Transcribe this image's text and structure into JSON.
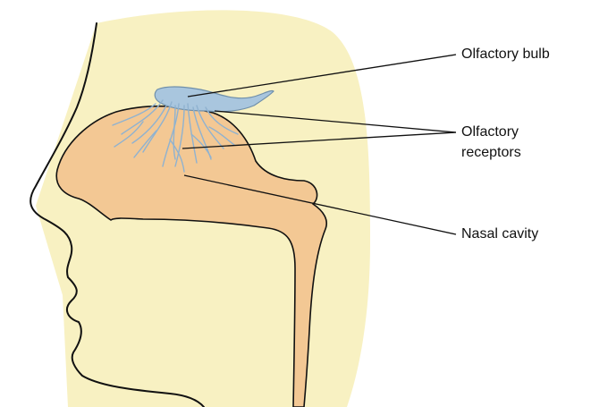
{
  "colors": {
    "background_glow": "#f8f1c2",
    "nasal_cavity": "#f3c894",
    "olfactory_tissue": "#a9c6de",
    "olfactory_stroke": "#6f8faa",
    "outline": "#111111",
    "leader_line": "#111111"
  },
  "labels": {
    "olfactory_bulb": "Olfactory bulb",
    "olfactory_receptors_line1": "Olfactory",
    "olfactory_receptors_line2": "receptors",
    "nasal_cavity": "Nasal cavity"
  }
}
